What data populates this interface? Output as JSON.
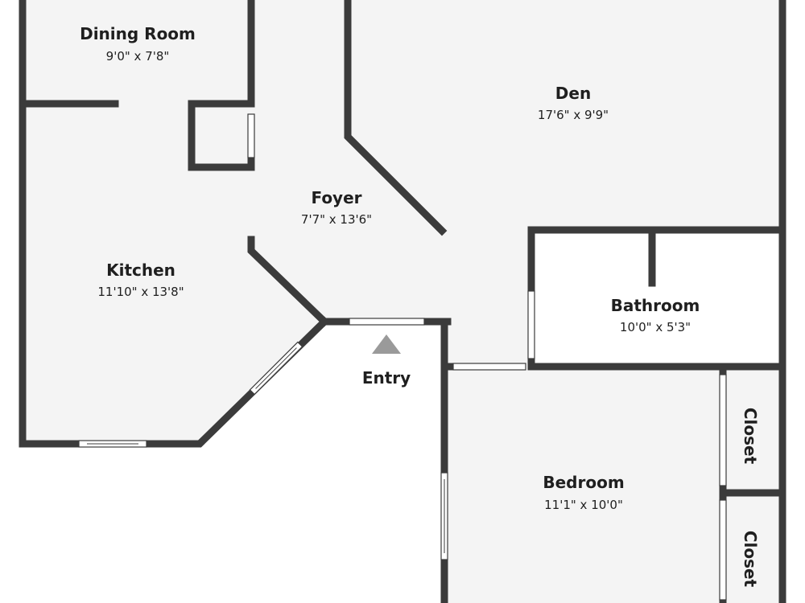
{
  "rooms": {
    "dining_room": {
      "name": "Dining Room",
      "dims": "9'0\" x 7'8\""
    },
    "den": {
      "name": "Den",
      "dims": "17'6\" x 9'9\""
    },
    "foyer": {
      "name": "Foyer",
      "dims": "7'7\" x 13'6\""
    },
    "kitchen": {
      "name": "Kitchen",
      "dims": "11'10\" x 13'8\""
    },
    "bathroom": {
      "name": "Bathroom",
      "dims": "10'0\" x 5'3\""
    },
    "bedroom": {
      "name": "Bedroom",
      "dims": "11'1\" x 10'0\""
    },
    "closet_upper": {
      "name": "Closet"
    },
    "closet_lower": {
      "name": "Closet"
    }
  },
  "entry": {
    "label": "Entry"
  },
  "colors": {
    "wall": "#3b3b3b",
    "floor": "#f4f4f4",
    "entry_marker": "#9a9a9a"
  }
}
